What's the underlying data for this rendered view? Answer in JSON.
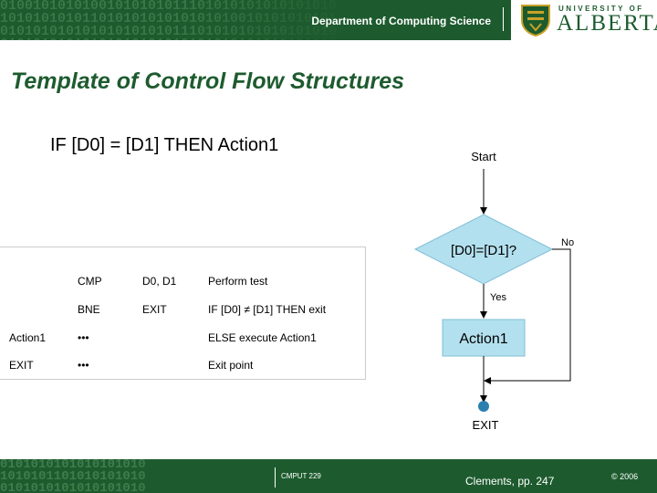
{
  "header": {
    "department": "Department of Computing Science",
    "university_small": "UNIVERSITY OF",
    "university_big": "ALBERTA"
  },
  "slide": {
    "title": "Template of Control Flow Structures",
    "code_line": "IF [D0] = [D1] THEN Action1"
  },
  "listing": {
    "rows": [
      {
        "label": "",
        "op": "CMP",
        "operand": "D0, D1",
        "comment": "Perform test"
      },
      {
        "label": "",
        "op": "BNE",
        "operand": "EXIT",
        "comment": "IF [D0] ≠ [D1] THEN exit"
      },
      {
        "label": "Action1",
        "op": "•••",
        "operand": "",
        "comment": "ELSE execute Action1"
      },
      {
        "label": "EXIT",
        "op": "•••",
        "operand": "",
        "comment": "Exit point"
      }
    ]
  },
  "flowchart": {
    "start_label": "Start",
    "decision_label": "[D0]=[D1]?",
    "no_label": "No",
    "yes_label": "Yes",
    "action_label": "Action1",
    "exit_label": "EXIT",
    "colors": {
      "shape_fill": "#b3e0ee",
      "shape_stroke": "#7fbfd6",
      "node": "#2b7fb0"
    }
  },
  "footer": {
    "course": "CMPUT 229",
    "reference": "Clements, pp. 247",
    "copyright": "© 2006"
  }
}
